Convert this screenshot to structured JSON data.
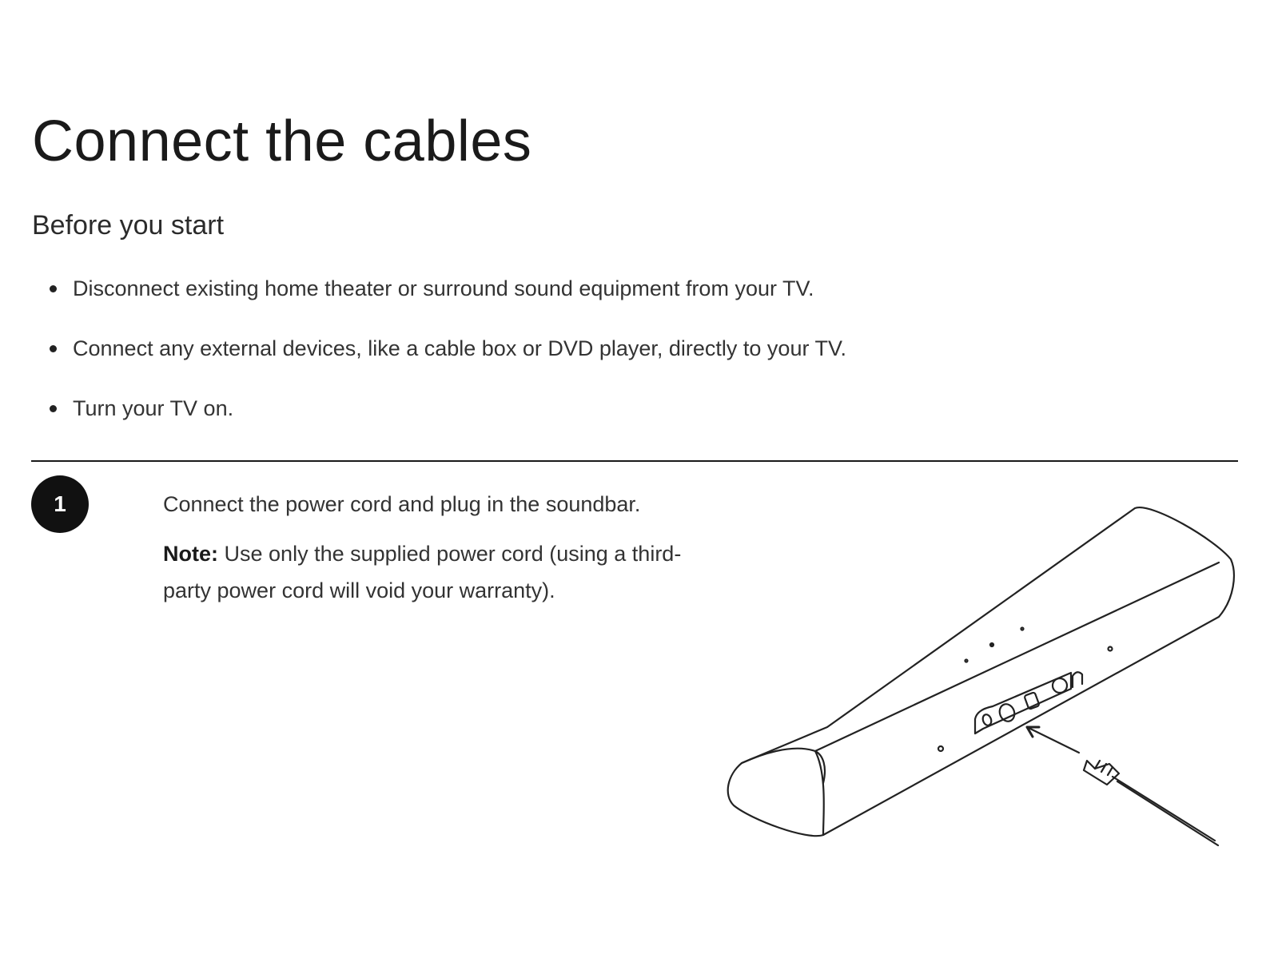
{
  "page": {
    "title": "Connect the cables"
  },
  "before_start": {
    "heading": "Before you start",
    "items": [
      {
        "text": "Disconnect existing home theater or surround sound equipment from your TV."
      },
      {
        "text": "Connect any external devices, like a cable box or DVD player, directly to your TV."
      },
      {
        "text": "Turn your TV on."
      }
    ]
  },
  "step1": {
    "number": "1",
    "instruction": "Connect the power cord and plug in the soundbar.",
    "note_label": "Note:",
    "note_text": "Use only the supplied power cord (using a third-party power cord will void your warranty)."
  },
  "illustration": {
    "subject": "soundbar-power-cord-illustration",
    "line_color": "#222222",
    "fill_color": "#ffffff"
  }
}
